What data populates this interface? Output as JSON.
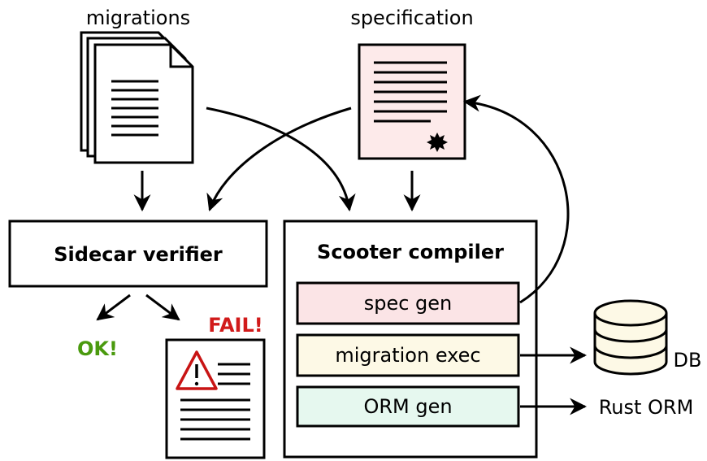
{
  "labels": {
    "migrations": "migrations",
    "specification": "specification",
    "sidecar": "Sidecar verifier",
    "compiler": "Scooter compiler",
    "spec_gen": "spec gen",
    "migration_exec": "migration exec",
    "orm_gen": "ORM gen",
    "ok": "OK!",
    "fail": "FAIL!",
    "db": "DB",
    "rust_orm": "Rust ORM"
  },
  "colors": {
    "spec_doc_fill": "#fdeaea",
    "spec_gen_fill": "#fbe4e6",
    "migration_exec_fill": "#fdf9e6",
    "orm_gen_fill": "#e6f8ef",
    "db_fill": "#fdf9e6",
    "ok_color": "#4a9a0e",
    "fail_color": "#d11a1a",
    "warning_color": "#c81414"
  },
  "icons": [
    "document-stack-icon",
    "specification-document-icon",
    "seal-icon",
    "warning-icon",
    "database-icon"
  ]
}
